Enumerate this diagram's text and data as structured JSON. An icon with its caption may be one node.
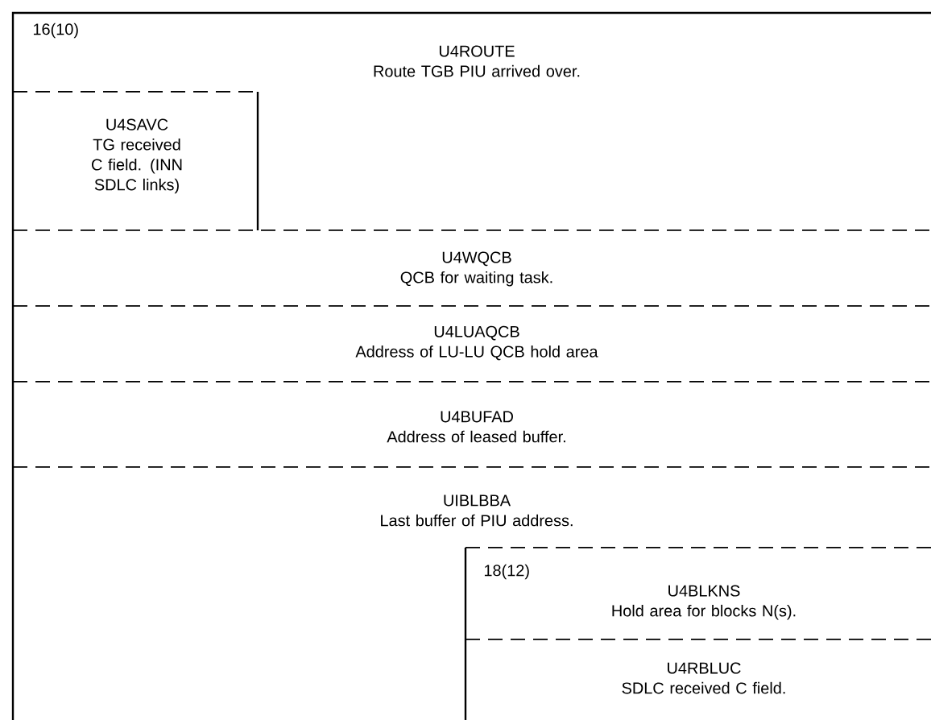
{
  "diagram": {
    "nodes": [
      {
        "text": [
          "U4ROUTE",
          "Route TGB PIU arrived over."
        ]
      },
      {
        "text": [
          "U4SAVC",
          "TG received C field. (INN SDLC links)"
        ]
      },
      {
        "text": [
          "U4WQCB",
          "QCB for waiting task."
        ]
      },
      {
        "text": [
          "U4LUAQCB",
          "Address of LU-LU QCB hold area"
        ]
      },
      {
        "text": [
          "U4BUFAD",
          "Address of leased buffer."
        ]
      },
      {
        "text": [
          "UIBLBBA",
          "Last buffer of PIU address."
        ]
      },
      {
        "text": [
          "U4BLKNS",
          "Hold area for blocks N(s)."
        ]
      },
      {
        "text": [
          "U4RBLUC",
          "SDLC received C field."
        ]
      }
    ],
    "edges": [],
    "labels": [
      "16(10)",
      "18(12)"
    ]
  }
}
